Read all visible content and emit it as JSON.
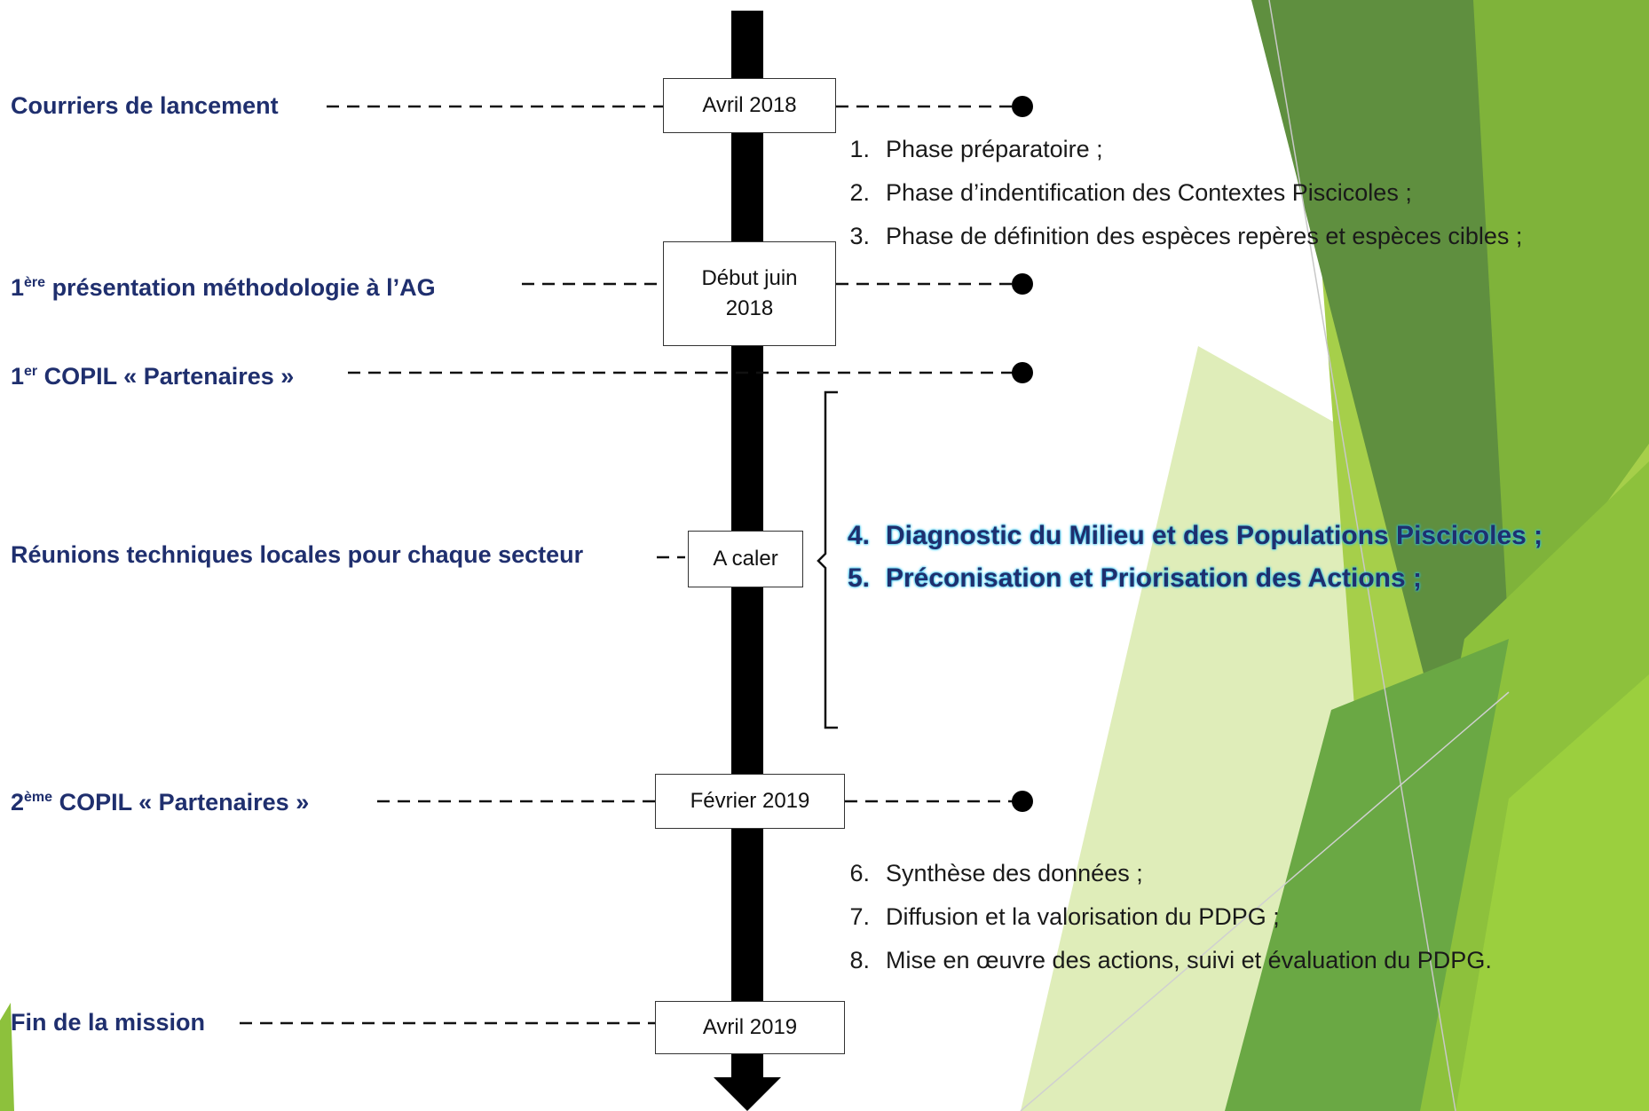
{
  "events": [
    {
      "name": "Courriers de lancement",
      "sup": "",
      "date": "Avril 2018"
    },
    {
      "prefix": "1",
      "sup": "ère",
      "name": " présentation méthodologie à l’AG",
      "date": "Début juin 2018"
    },
    {
      "prefix": "1",
      "sup": "er",
      "name": " COPIL « Partenaires »",
      "date": ""
    },
    {
      "name": "Réunions techniques locales pour chaque secteur",
      "sup": "",
      "date": "A caler"
    },
    {
      "prefix": "2",
      "sup": "ème",
      "name": " COPIL « Partenaires »",
      "date": "Février 2019"
    },
    {
      "name": "Fin de la mission",
      "sup": "",
      "date": "Avril 2019"
    }
  ],
  "date_box_lines": {
    "debut_juin_line1": "Début juin",
    "debut_juin_line2": "2018"
  },
  "phases_group1": [
    {
      "num": "1.",
      "text": "Phase préparatoire ;"
    },
    {
      "num": "2.",
      "text": "Phase d’indentification des Contextes Piscicoles ;"
    },
    {
      "num": "3.",
      "text": "Phase de définition des espèces repères et espèces cibles ;"
    }
  ],
  "phases_highlight": [
    {
      "num": "4.",
      "text": "Diagnostic du Milieu et des Populations Piscicoles ;"
    },
    {
      "num": "5.",
      "text": "Préconisation et Priorisation des Actions ;"
    }
  ],
  "phases_group3": [
    {
      "num": "6.",
      "text": "Synthèse des données ;"
    },
    {
      "num": "7.",
      "text": "Diffusion et la valorisation du PDPG ;"
    },
    {
      "num": "8.",
      "text": "Mise en œuvre des actions, suivi et évaluation du PDPG."
    }
  ],
  "colors": {
    "label_navy": "#1f2f6e",
    "highlight_glow": "#29c4f0",
    "green_dark": "#5f8f3f",
    "green_mid": "#7fb33a",
    "green_light": "#a6cf4a",
    "green_pale": "#d7e8a8"
  }
}
